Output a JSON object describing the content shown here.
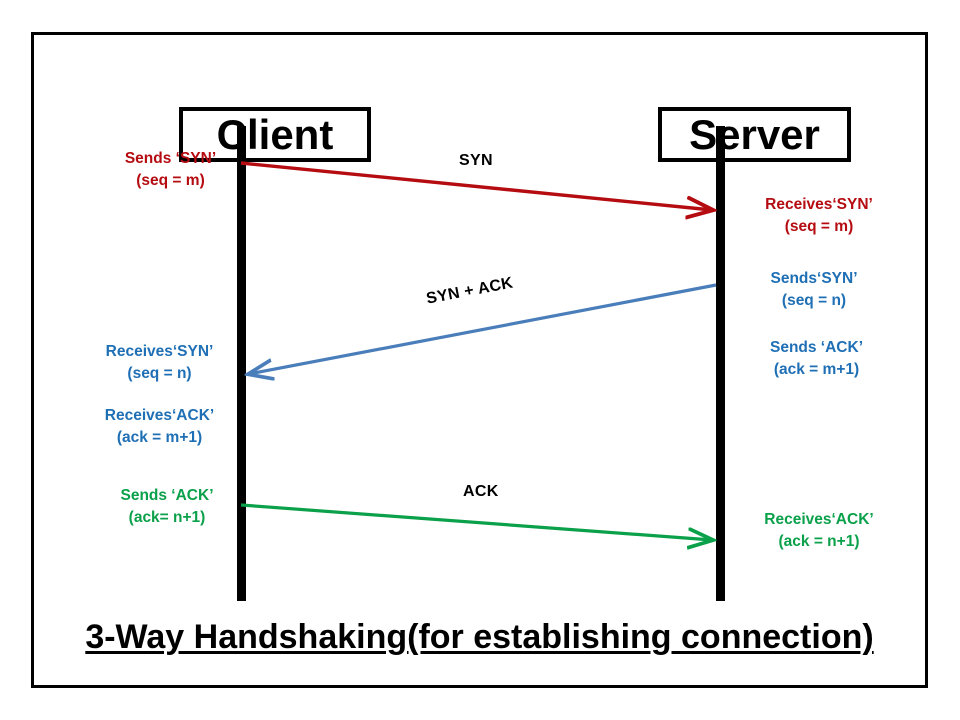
{
  "diagram": {
    "title": "3-Way Handshaking(for establishing connection)",
    "participants": {
      "left": "Client",
      "right": "Server"
    },
    "messages": [
      {
        "label": "SYN",
        "color": "#B50C11",
        "direction": "left-to-right"
      },
      {
        "label": "SYN + ACK",
        "color": "#4A7EBB",
        "direction": "right-to-left"
      },
      {
        "label": "ACK",
        "color": "#0BA04A",
        "direction": "left-to-right"
      }
    ],
    "notes": {
      "client_send_syn": "Sends ‘SYN’\n(seq = m)",
      "server_recv_syn": "Receives‘SYN’\n(seq = m)",
      "server_send_syn": "Sends‘SYN’\n(seq = n)",
      "server_send_ack": "Sends ‘ACK’\n(ack = m+1)",
      "client_recv_syn": "Receives‘SYN’\n(seq = n)",
      "client_recv_ack": "Receives‘ACK’\n(ack = m+1)",
      "client_send_ack": "Sends ‘ACK’\n(ack= n+1)",
      "server_recv_ack": "Receives‘ACK’\n(ack = n+1)"
    },
    "colors": {
      "syn": "#B50C11",
      "syn_ack": "#4A7EBB",
      "ack": "#0BA04A",
      "lifeline": "#000000",
      "frame": "#000000"
    }
  }
}
